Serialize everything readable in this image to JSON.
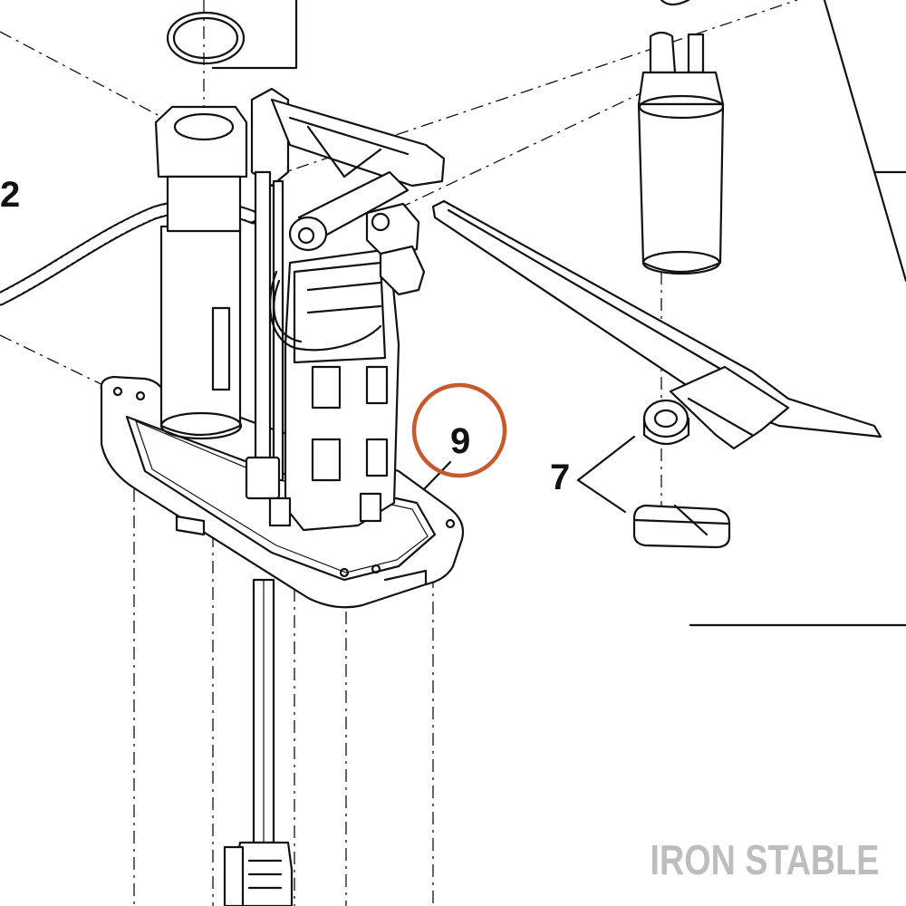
{
  "diagram": {
    "callouts": [
      {
        "id": "callout-2",
        "label": "2"
      },
      {
        "id": "callout-7",
        "label": "7"
      },
      {
        "id": "callout-9",
        "label": "9",
        "highlighted": true
      }
    ],
    "highlight_color": "#c65a2e",
    "line_color": "#111111"
  },
  "watermark": {
    "text": "IRON STABLE",
    "color": "#bdbdbd"
  }
}
